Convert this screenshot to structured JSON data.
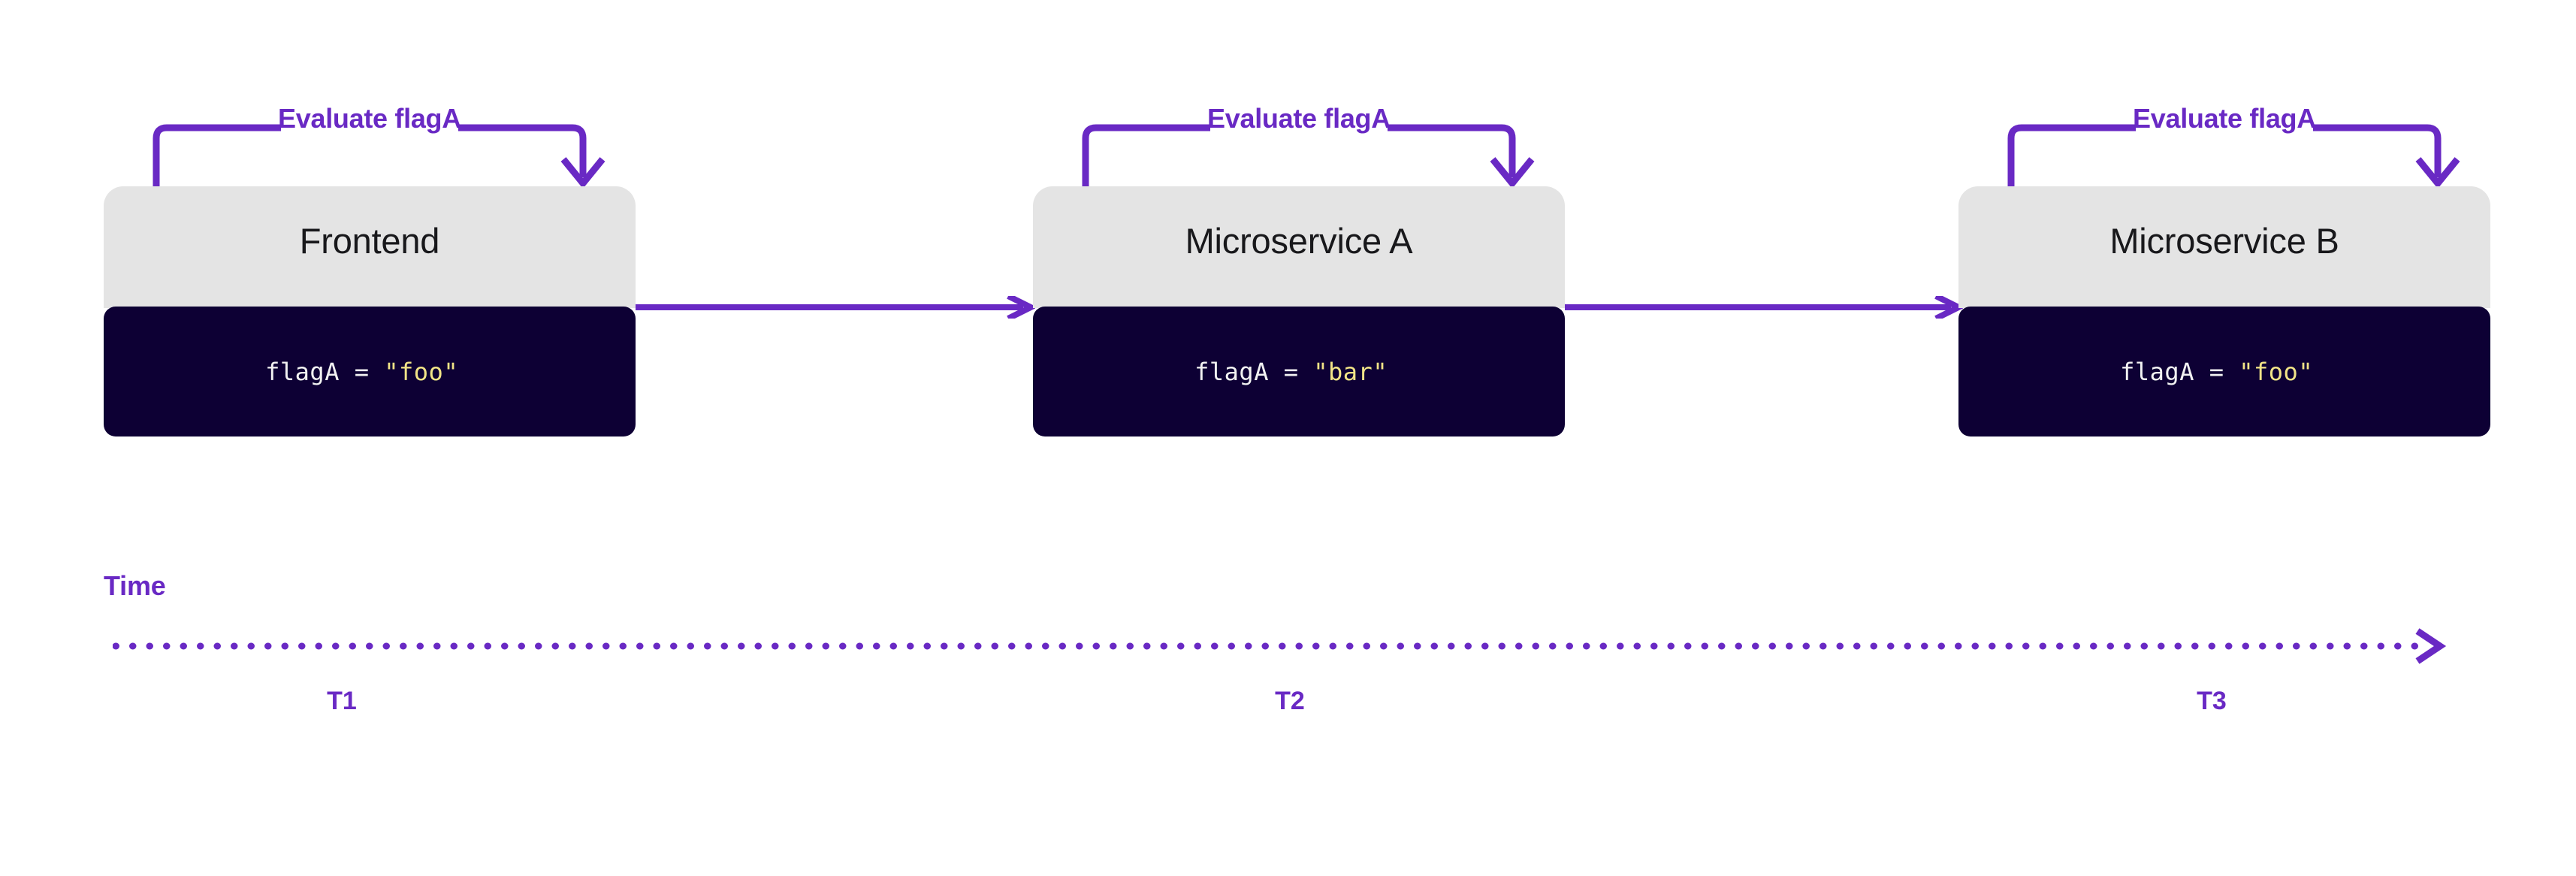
{
  "diagram": {
    "title_hidden": "",
    "accent_color": "#6929C4",
    "card_header_color": "#E4E4E4",
    "card_code_bg_color": "#0D0034",
    "code_value_color": "#F2E487",
    "background_color": "#FFFFFF"
  },
  "nodes": [
    {
      "id": "frontend",
      "title": "Frontend",
      "annotation": "Evaluate flagA",
      "code_key": "flagA = ",
      "code_value": "\"foo\""
    },
    {
      "id": "microservice-a",
      "title": "Microservice A",
      "annotation": "Evaluate flagA",
      "code_key": "flagA = ",
      "code_value": "\"bar\""
    },
    {
      "id": "microservice-b",
      "title": "Microservice B",
      "annotation": "Evaluate flagA",
      "code_key": "flagA = ",
      "code_value": "\"foo\""
    }
  ],
  "timeline": {
    "label": "Time",
    "ticks": [
      "T1",
      "T2",
      "T3"
    ]
  }
}
